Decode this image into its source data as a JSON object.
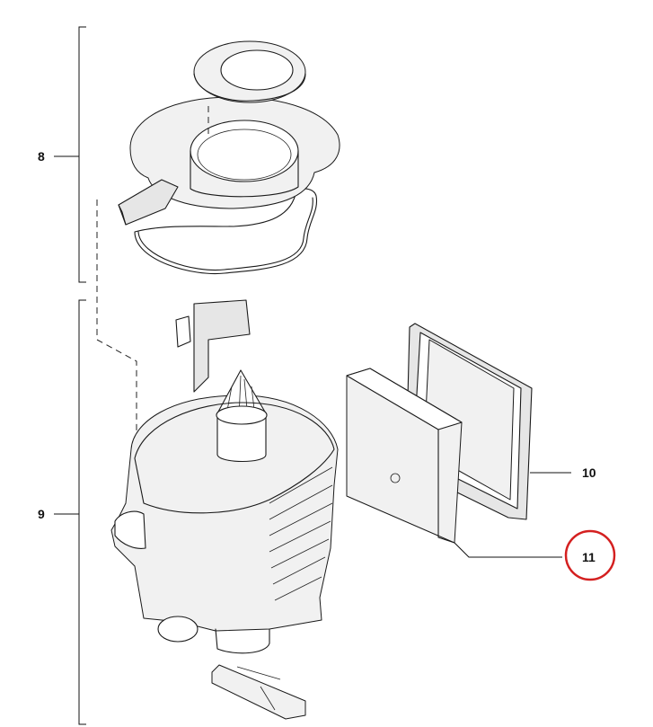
{
  "callouts": {
    "part_8": "8",
    "part_9": "9",
    "part_10": "10",
    "part_11": "11"
  },
  "highlight_color": "#d42020"
}
